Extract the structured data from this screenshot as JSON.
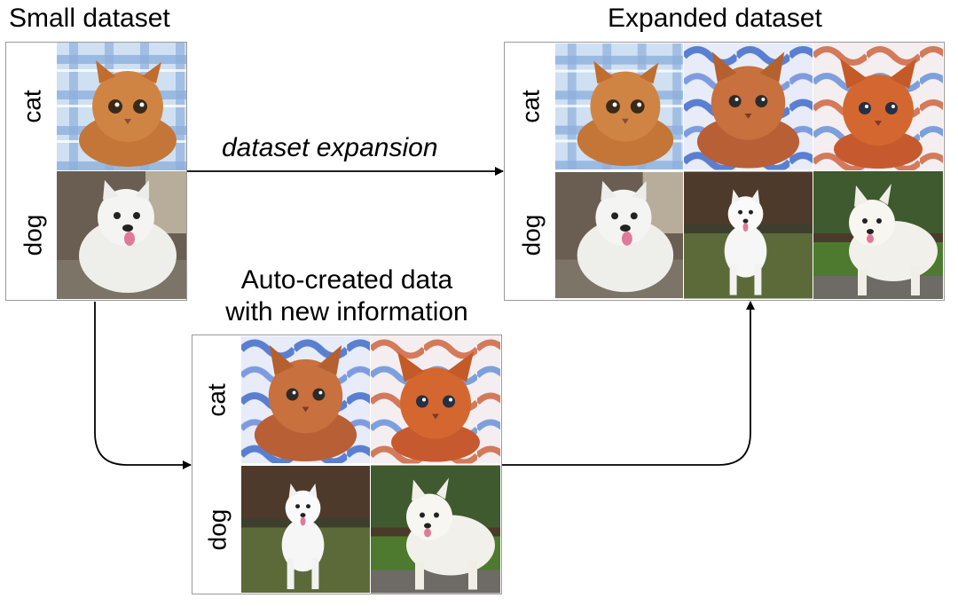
{
  "small_dataset": {
    "title": "Small dataset",
    "rows": [
      {
        "label": "cat",
        "images": [
          "real-cat-photo"
        ]
      },
      {
        "label": "dog",
        "images": [
          "real-dog-photo"
        ]
      }
    ]
  },
  "expanded_dataset": {
    "title": "Expanded dataset",
    "rows": [
      {
        "label": "cat",
        "images": [
          "real-cat-photo",
          "generated-cat-photo-1",
          "generated-cat-photo-2"
        ]
      },
      {
        "label": "dog",
        "images": [
          "real-dog-photo",
          "generated-dog-photo-1",
          "generated-dog-photo-2"
        ]
      }
    ]
  },
  "auto_created": {
    "title_line1": "Auto-created data",
    "title_line2": "with new information",
    "rows": [
      {
        "label": "cat",
        "images": [
          "generated-cat-photo-1",
          "generated-cat-photo-2"
        ]
      },
      {
        "label": "dog",
        "images": [
          "generated-dog-photo-1",
          "generated-dog-photo-2"
        ]
      }
    ]
  },
  "arrow_label": "dataset expansion",
  "colors": {
    "border": "#9a9a9a",
    "arrow": "#000000",
    "cat_fur": "#c9763a",
    "dog_fur": "#f2f2f0",
    "blanket_blue": "#6f8fd6"
  }
}
